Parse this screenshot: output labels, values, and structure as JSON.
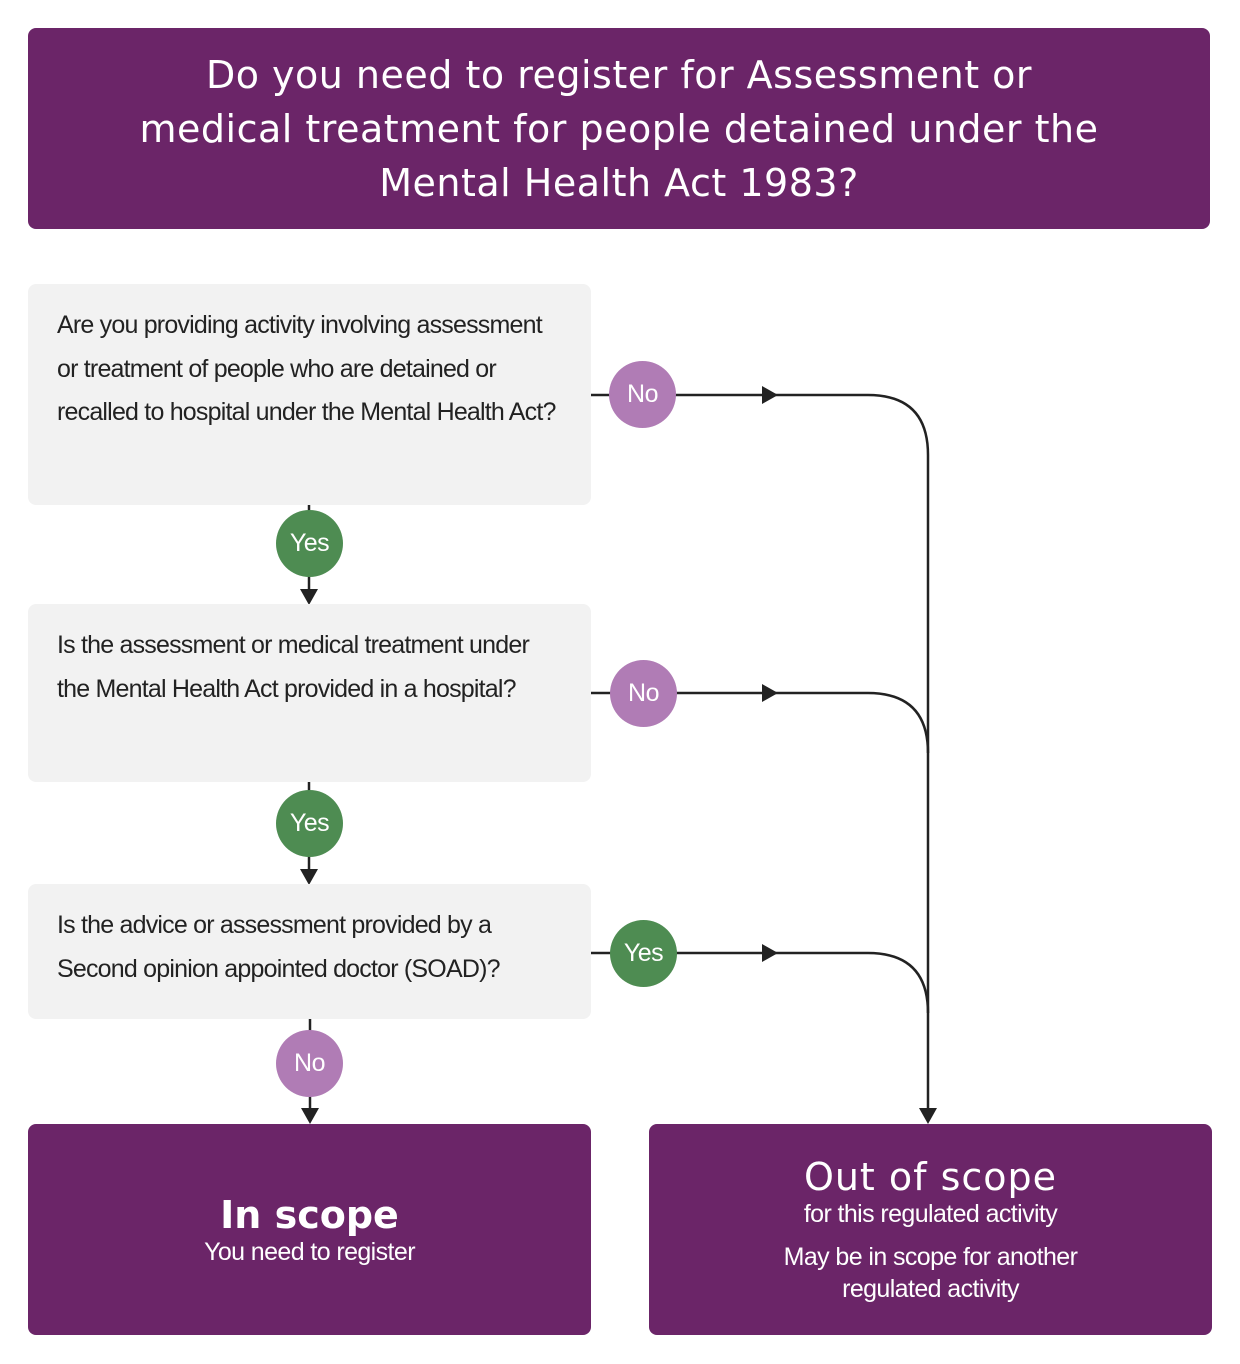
{
  "title": "Do you need to register for Assessment or medical treatment for people detained under the Mental Health Act 1983?",
  "questions": [
    {
      "text": "Are you providing activity involving assessment or treatment of people who are detained or recalled to hospital under the Mental Health Act?",
      "down_answer": "Yes",
      "side_answer": "No"
    },
    {
      "text": "Is the assessment or medical treatment under the Mental Health Act provided in a hospital?",
      "down_answer": "Yes",
      "side_answer": "No"
    },
    {
      "text": "Is the advice or assessment provided by a Second opinion appointed doctor (SOAD)?",
      "down_answer": "No",
      "side_answer": "Yes"
    }
  ],
  "results": {
    "in_scope": {
      "title": "In scope",
      "subtitle": "You need to register"
    },
    "out_of_scope": {
      "title": "Out of scope",
      "subtitle": "for this regulated activity",
      "note": "May be in scope for another regulated activity"
    }
  },
  "colors": {
    "primary_purple": "#6b2568",
    "no_badge": "#b07cb5",
    "yes_badge": "#4e8c52",
    "question_bg": "#f2f2f2",
    "connector": "#222222"
  }
}
